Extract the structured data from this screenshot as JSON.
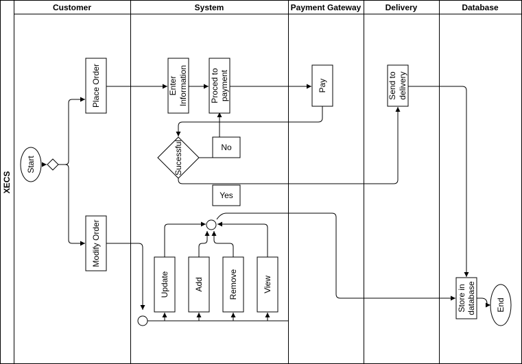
{
  "pool": {
    "title": "XECS"
  },
  "lanes": [
    {
      "id": "customer",
      "title": "Customer"
    },
    {
      "id": "system",
      "title": "System"
    },
    {
      "id": "payment",
      "title": "Payment Gateway"
    },
    {
      "id": "delivery",
      "title": "Delivery"
    },
    {
      "id": "database",
      "title": "Database"
    }
  ],
  "nodes": {
    "start": "Start",
    "end": "End",
    "place_order": "Place Order",
    "modify_order": "Modify Order",
    "enter_information": [
      "Enter",
      "Information"
    ],
    "proceed_to_payment": [
      "Proced to",
      "payment"
    ],
    "pay": "Pay",
    "send_to_delivery": [
      "Send to",
      "delivery"
    ],
    "store_in_database": [
      "Store in",
      "database"
    ],
    "successful": "Sucessful",
    "no": "No",
    "yes": "Yes",
    "update": "Update",
    "add": "Add",
    "remove": "Remove",
    "view": "View"
  },
  "colors": {
    "line": "#000000",
    "background": "#ffffff"
  }
}
